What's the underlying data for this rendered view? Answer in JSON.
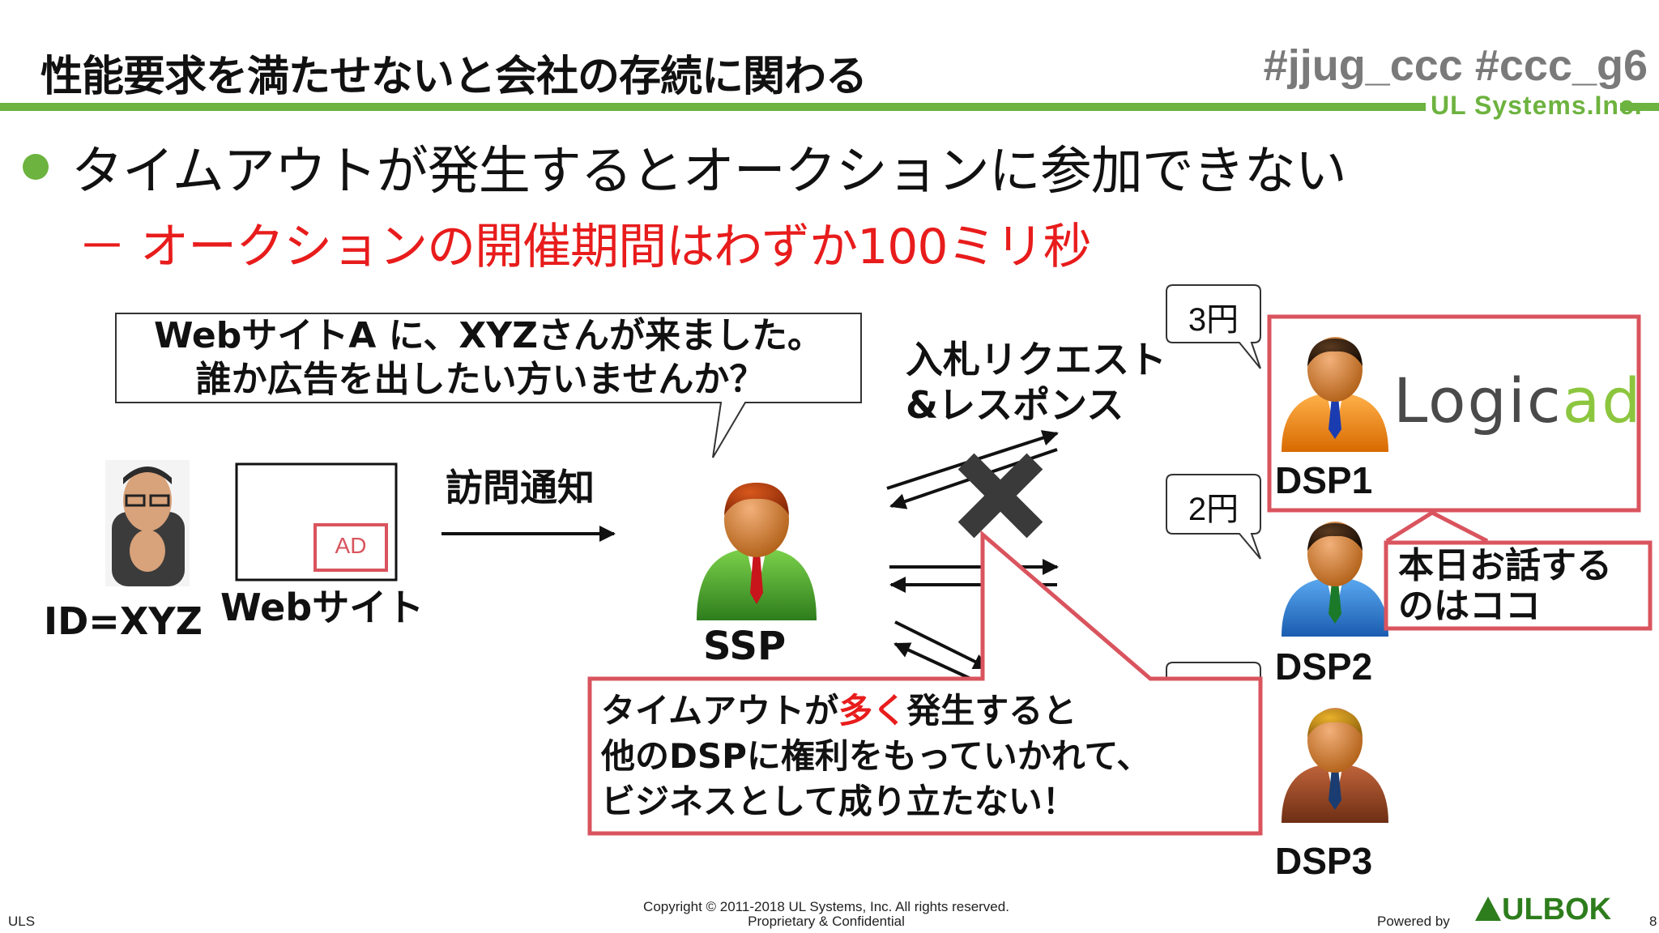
{
  "slide": {
    "title": "性能要求を満たせないと会社の存続に関わる",
    "hashtags": "#jjug_ccc  #ccc_g6",
    "logo_text": "UL Systems.Inc.",
    "bullet_main": "タイムアウトが発生するとオークションに参加できない",
    "bullet_sub": "－ オークションの開催期間はわずか100ミリ秒",
    "bubble_top_line1": "WebサイトA に、XYZさんが来ました。",
    "bubble_top_line2": "誰か広告を出したい方いませんか？",
    "user_label": "ID=XYZ",
    "website_label": "Webサイト",
    "ad_label": "AD",
    "visit_label": "訪問通知",
    "ssp_label": "SSP",
    "bid_label_line1": "入札リクエスト",
    "bid_label_line2": "&レスポンス",
    "price_1": "3円",
    "price_2": "2円",
    "dsp1": "DSP1",
    "dsp2": "DSP2",
    "dsp3": "DSP3",
    "logicad_a": "Logic",
    "logicad_b": "ad",
    "today_line1": "本日お話する",
    "today_line2": "のはココ",
    "callout_line1_a": "タイムアウトが",
    "callout_line1_b": "多く",
    "callout_line1_c": "発生すると",
    "callout_line2": "他のDSPに権利をもっていかれて、",
    "callout_line3": "ビジネスとして成り立たない！",
    "footer_left": "ULS",
    "copyright_line1": "Copyright © 2011-2018 UL Systems, Inc.  All rights reserved.",
    "copyright_line2": "Proprietary & Confidential",
    "powered_by": "Powered by",
    "powered_logo": "ULBOK",
    "page_number": "8",
    "colors": {
      "accent_green": "#6db33f",
      "alert_red": "#e81c1c",
      "box_red": "#d9545e"
    }
  }
}
